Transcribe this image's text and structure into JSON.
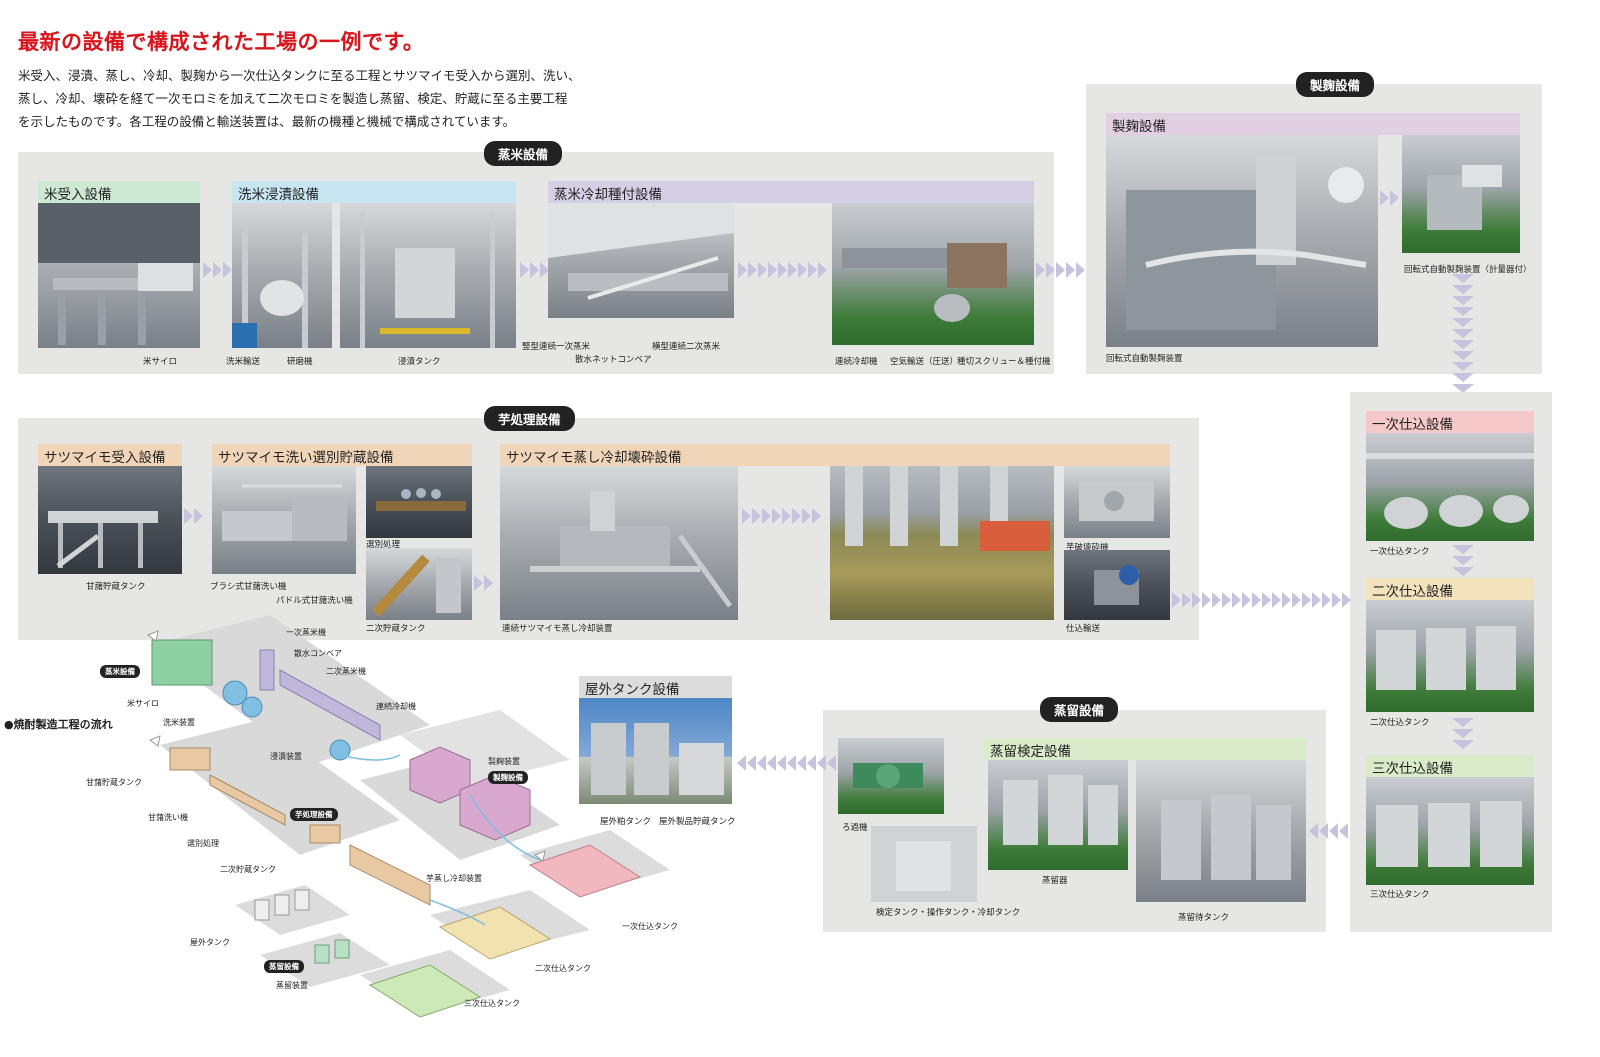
{
  "title": "最新の設備で構成された工場の一例です。",
  "description": [
    "米受入、浸漬、蒸し、冷却、製麹から一次仕込タンクに至る工程とサツマイモ受入から選別、洗い、",
    "蒸し、冷却、壊砕を経て一次モロミを加えて二次モロミを製造し蒸留、検定、貯蔵に至る主要工程",
    "を示したものです。各工程の設備と輸送装置は、最新の機種と機械で構成されています。"
  ],
  "sections": {
    "steamed_rice": {
      "pill": "蒸米設備",
      "rice_receiving": {
        "header": "米受入設備",
        "labels": [
          "米サイロ"
        ]
      },
      "rice_washing": {
        "header": "洗米浸漬設備",
        "labels": [
          "洗米輸送",
          "研磨機",
          "浸漬タンク"
        ]
      },
      "rice_cooling": {
        "header": "蒸米冷却種付設備",
        "labels": [
          "竪型連続一次蒸米",
          "散水ネットコンベア",
          "横型連続二次蒸米",
          "連続冷却機",
          "空気輸送（圧送）",
          "種切スクリュー＆種付機"
        ]
      }
    },
    "koji": {
      "pill": "製麹設備",
      "header": "製麹設備",
      "labels": [
        "回転式自動製麹装置",
        "回転式自動製麹装置（計量器付）"
      ]
    },
    "potato": {
      "pill": "芋処理設備",
      "receiving": {
        "header": "サツマイモ受入設備",
        "labels": [
          "甘藷貯蔵タンク"
        ]
      },
      "washing": {
        "header": "サツマイモ洗い選別貯蔵設備",
        "labels": [
          "選別処理",
          "ブラシ式甘藷洗い機",
          "パドル式甘藷洗い機",
          "二次貯蔵タンク"
        ]
      },
      "steaming": {
        "header": "サツマイモ蒸し冷却壊砕設備",
        "labels": [
          "連続サツマイモ蒸し冷却装置",
          "芋破壊砕機",
          "仕込輸送"
        ]
      }
    },
    "primary": {
      "header": "一次仕込設備",
      "label": "一次仕込タンク"
    },
    "secondary": {
      "header": "二次仕込設備",
      "label": "二次仕込タンク"
    },
    "tertiary": {
      "header": "三次仕込設備",
      "label": "三次仕込タンク"
    },
    "distill": {
      "pill": "蒸留設備",
      "header": "蒸留検定設備",
      "labels": [
        "ろ過機",
        "検定タンク・操作タンク・冷却タンク",
        "蒸留器",
        "蒸留待タンク"
      ]
    },
    "outdoor": {
      "header": "屋外タンク設備",
      "labels": [
        "屋外粕タンク",
        "屋外製品貯蔵タンク"
      ]
    }
  },
  "flow_diagram": {
    "title": "●焼酎製造工程の流れ",
    "pills": [
      "蒸米設備",
      "製麹設備",
      "芋処理設備",
      "蒸留設備"
    ],
    "labels": [
      "一次蒸米機",
      "散水コンベア",
      "二次蒸米機",
      "連続冷却機",
      "米サイロ",
      "洗米装置",
      "浸漬装置",
      "製麹装置",
      "甘藷貯蔵タンク",
      "甘藷洗い機",
      "選別処理",
      "二次貯蔵タンク",
      "芋蒸し冷却装置",
      "一次仕込タンク",
      "屋外タンク",
      "二次仕込タンク",
      "蒸留装置",
      "三次仕込タンク"
    ]
  },
  "colors": {
    "title_red": "#d8141c",
    "panel_gray": "#e6e6e5",
    "arrow_lavender": "#c7c3de"
  }
}
